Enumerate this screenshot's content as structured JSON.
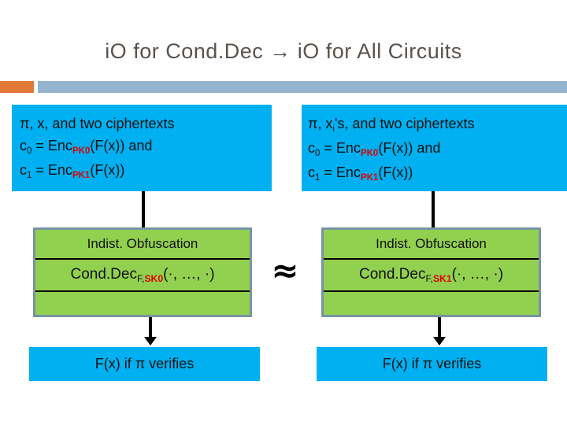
{
  "slide": {
    "title": "iO for Cond.Dec → iO for All Circuits",
    "accent_color": "#e2793a",
    "rule_color": "#93b3ce",
    "cyan_color": "#00b0f0",
    "green_color": "#92d050",
    "green_border_color": "#7694a4",
    "red_color": "#e00000"
  },
  "left_branch": {
    "premise": {
      "line1_prefix": "π, x, and two ciphertexts",
      "line2_prefix": "c",
      "line2_sub": "0",
      "line2_eq": " = Enc",
      "line2_redsub": "PK0",
      "line2_suffix": "(F(x)) and",
      "line3_prefix": "c",
      "line3_sub": "1",
      "line3_eq": " = Enc",
      "line3_redsub": "PK1",
      "line3_suffix": "(F(x))"
    },
    "obfuscation": {
      "heading": "Indist. Obfuscation",
      "func_name": "Cond.Dec",
      "sub_black": "F,",
      "sub_red": "SK0",
      "args": "(·, …, ·)"
    },
    "result": "F(x) if π verifies"
  },
  "right_branch": {
    "premise": {
      "line1_prefix": "π, x",
      "line1_sub": "i",
      "line1_suffix": "'s, and two ciphertexts",
      "line2_prefix": "c",
      "line2_sub": "0",
      "line2_eq": " = Enc",
      "line2_redsub": "PK0",
      "line2_suffix": "(F(x)) and",
      "line3_prefix": "c",
      "line3_sub": "1",
      "line3_eq": " = Enc",
      "line3_redsub": "PK1",
      "line3_suffix": "(F(x))"
    },
    "obfuscation": {
      "heading": "Indist. Obfuscation",
      "func_name": "Cond.Dec",
      "sub_black": "F,",
      "sub_red": "SK1",
      "args": "(·, …, ·)"
    },
    "result": "F(x) if π verifies"
  },
  "relation": {
    "symbol": "≈"
  }
}
